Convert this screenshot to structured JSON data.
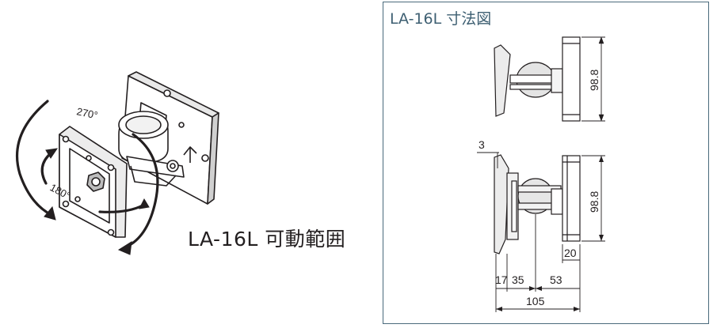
{
  "left": {
    "angle_270": "270°",
    "angle_180": "180°",
    "caption": "LA-16L 可動範囲"
  },
  "panel": {
    "title": "LA-16L 寸法図",
    "top_view": {
      "height_dim": "98.8"
    },
    "bottom_view": {
      "height_dim": "98.8",
      "plate_thickness": "3",
      "bracket_dim": "20",
      "dim_a": "17",
      "dim_b": "35",
      "dim_c": "53",
      "total": "105"
    }
  }
}
